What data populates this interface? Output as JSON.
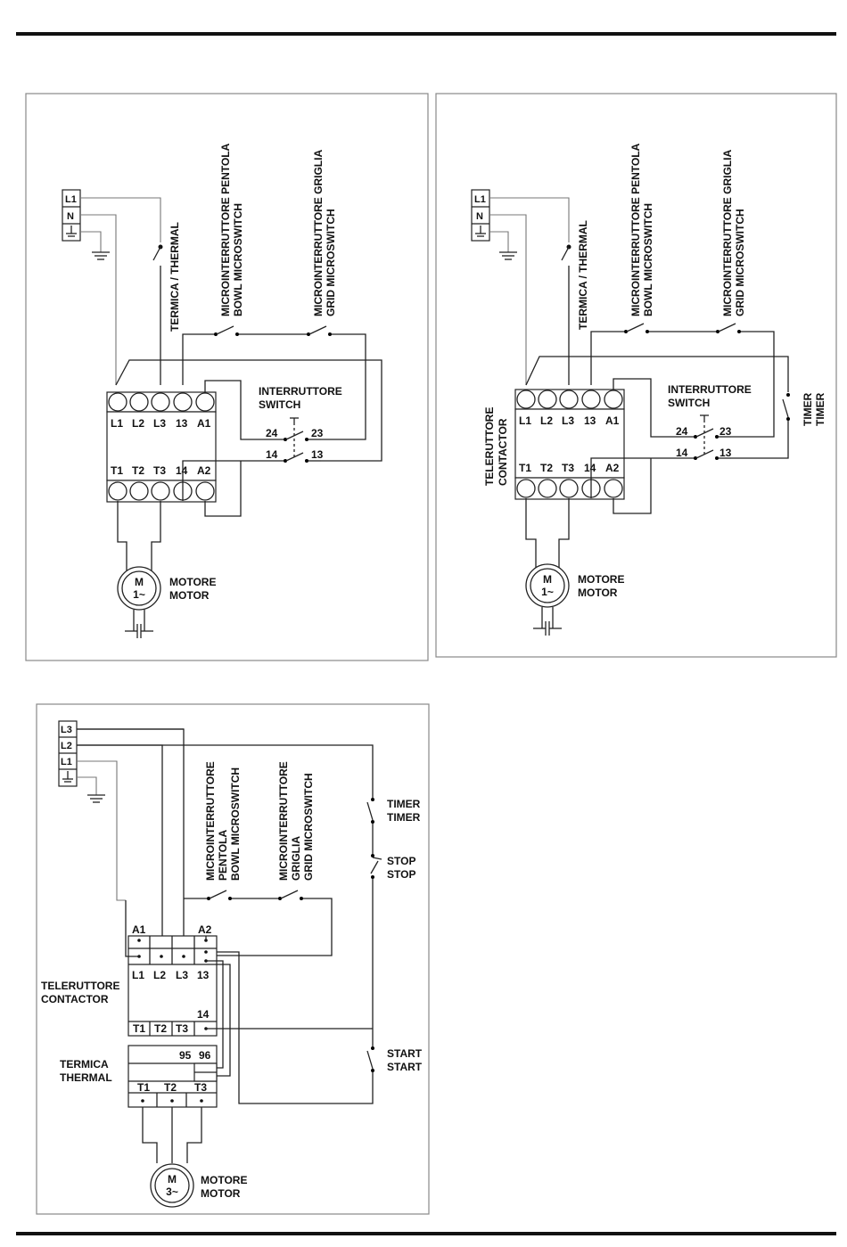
{
  "common": {
    "L1": "L1",
    "L2": "L2",
    "L3": "L3",
    "N": "N",
    "A1": "A1",
    "A2": "A2",
    "T1": "T1",
    "T2": "T2",
    "T3": "T3",
    "n13": "13",
    "n14": "14",
    "n23": "23",
    "n24": "24",
    "n95": "95",
    "n96": "96",
    "M": "M",
    "one_phase": "1~",
    "three_phase": "3~",
    "motore": "MOTORE",
    "motor": "MOTOR"
  },
  "diagram1": {
    "thermal": "TERMICA / THERMAL",
    "bowl_it": "MICROINTERRUTTORE PENTOLA",
    "bowl_en": "BOWL MICROSWITCH",
    "grid_it": "MICROINTERRUTTORE GRIGLIA",
    "grid_en": "GRID MICROSWITCH",
    "switch_it": "INTERRUTTORE",
    "switch_en": "SWITCH"
  },
  "diagram2": {
    "thermal": "TERMICA / THERMAL",
    "bowl_it": "MICROINTERRUTTORE PENTOLA",
    "bowl_en": "BOWL MICROSWITCH",
    "grid_it": "MICROINTERRUTTORE GRIGLIA",
    "grid_en": "GRID MICROSWITCH",
    "switch_it": "INTERRUTTORE",
    "switch_en": "SWITCH",
    "contactor_it": "TELERUTTORE",
    "contactor_en": "CONTACTOR",
    "timer_it": "TIMER",
    "timer_en": "TIMER"
  },
  "diagram3": {
    "bowl_l1": "MICROINTERRUTTORE",
    "bowl_l2": "PENTOLA",
    "bowl_l3": "BOWL MICROSWITCH",
    "grid_l1": "MICROINTERRUTTORE",
    "grid_l2": "GRIGLIA",
    "grid_l3": "GRID MICROSWITCH",
    "timer_it": "TIMER",
    "timer_en": "TIMER",
    "stop_it": "STOP",
    "stop_en": "STOP",
    "start_it": "START",
    "start_en": "START",
    "contactor_it": "TELERUTTORE",
    "contactor_en": "CONTACTOR",
    "thermal_it": "TERMICA",
    "thermal_en": "THERMAL"
  }
}
